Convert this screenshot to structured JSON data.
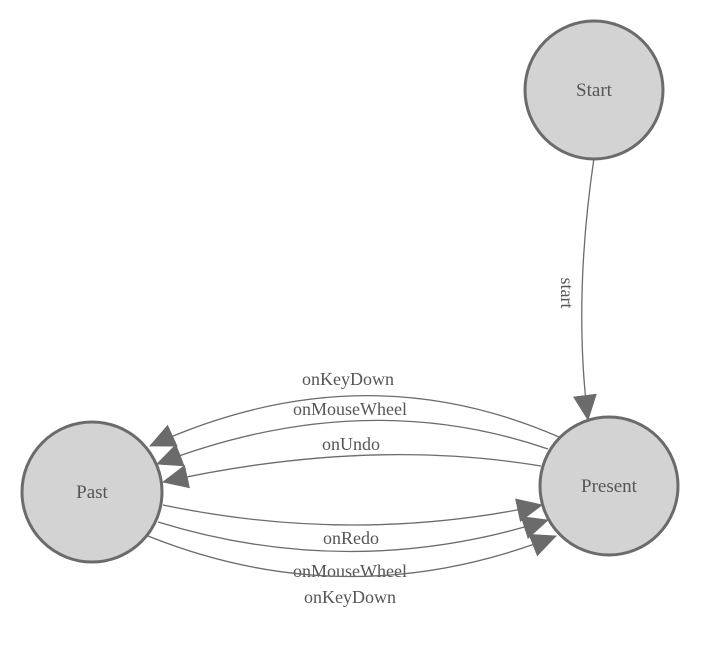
{
  "diagram": {
    "type": "state-machine",
    "background": "#ffffff",
    "colors": {
      "node_fill": "#d3d3d3",
      "node_border": "#6b6b6b",
      "edge_line": "#6b6b6b",
      "arrowhead": "#6b6b6b",
      "text": "#53565a"
    },
    "nodes": [
      {
        "id": "start",
        "label": "Start"
      },
      {
        "id": "past",
        "label": "Past"
      },
      {
        "id": "present",
        "label": "Present"
      }
    ],
    "edges": [
      {
        "from": "Start",
        "to": "Present",
        "label": "start"
      },
      {
        "from": "Present",
        "to": "Past",
        "label": "onKeyDown"
      },
      {
        "from": "Present",
        "to": "Past",
        "label": "onMouseWheel"
      },
      {
        "from": "Present",
        "to": "Past",
        "label": "onUndo"
      },
      {
        "from": "Past",
        "to": "Present",
        "label": "onRedo"
      },
      {
        "from": "Past",
        "to": "Present",
        "label": "onMouseWheel"
      },
      {
        "from": "Past",
        "to": "Present",
        "label": "onKeyDown"
      }
    ]
  }
}
